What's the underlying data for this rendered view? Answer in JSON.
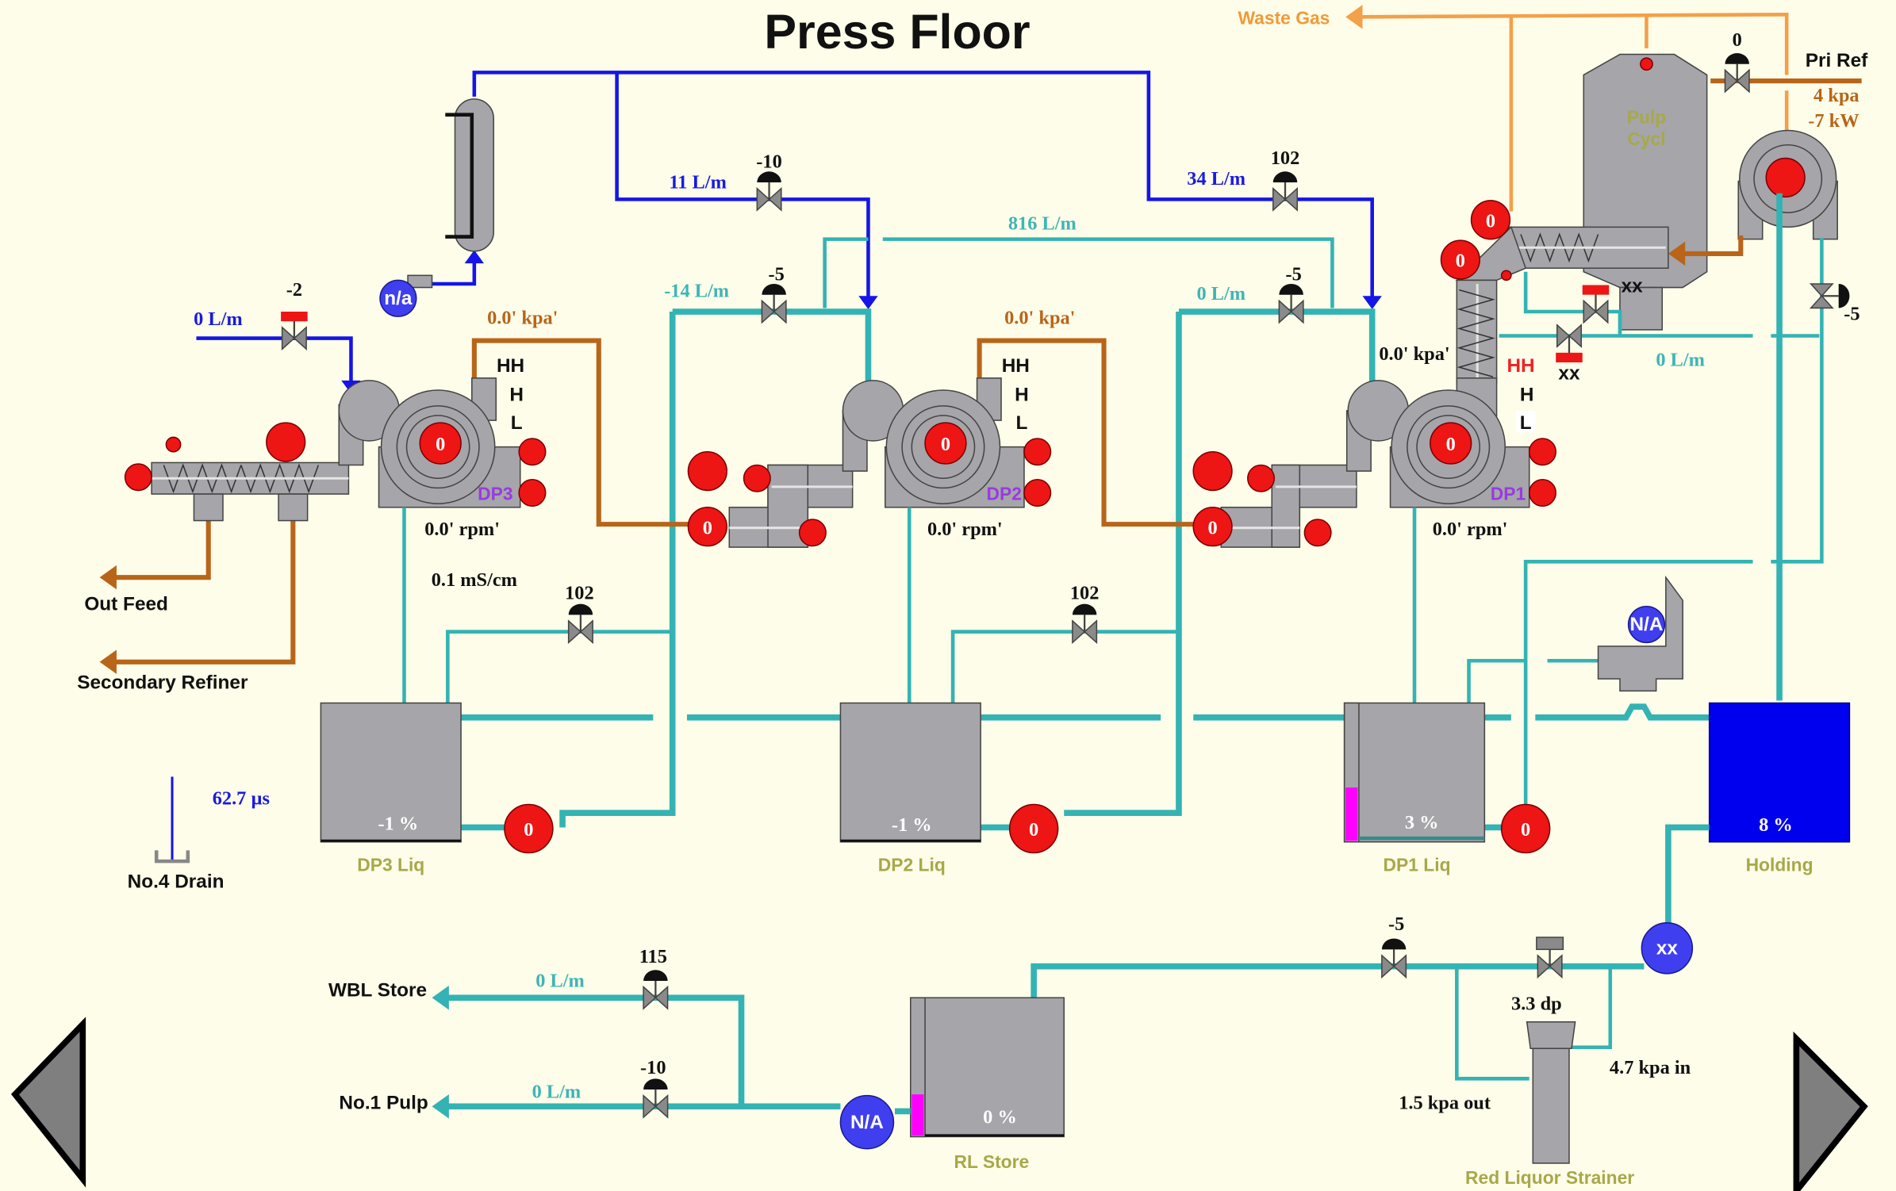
{
  "page": {
    "title": "Press Floor"
  },
  "colors": {
    "background": "#fdfde9",
    "water_pipe": "#1515e8",
    "liquor_pipe": "#33b3b3",
    "pulp_pipe": "#b8651a",
    "gas_pipe": "#f3a04a",
    "equipment": "#a5a5aa",
    "alarm_indicator": "#ee1515",
    "status_indicator": "#3f3ff0",
    "level_bar": "#ff00ff",
    "holding_tank": "#0000ee"
  },
  "top": {
    "waste_gas_label": "Waste Gas",
    "pri_ref_label": "Pri Ref",
    "pri_ref_pressure": "4 kpa",
    "pri_ref_power": "-7 kW",
    "pri_ref_valve": "0",
    "pulp_cyclone_label_1": "Pulp",
    "pulp_cyclone_label_2": "Cycl",
    "heater_pump_status": "n/a"
  },
  "water_feeds": {
    "dp3_flow": "0 L/m",
    "dp3_valve": "-2",
    "dp2_flow": "11 L/m",
    "dp2_valve": "-10",
    "dp1_flow": "34 L/m",
    "dp1_valve": "102"
  },
  "liquor_lines": {
    "header_flow": "816 L/m",
    "dp2_flow": "-14 L/m",
    "dp2_valve": "-5",
    "dp1_flow": "0 L/m",
    "dp1_valve": "-5",
    "cyclone_flow": "0 L/m",
    "cyclone_valve_top": "xx",
    "cyclone_valve_bottom": "xx",
    "fan_drain_valve": "-5",
    "dp3_recirc_valve": "102",
    "dp2_recirc_valve": "102"
  },
  "presses": [
    {
      "name": "DP3",
      "pressure": "0.0' kpa'",
      "speed": "0.0' rpm'",
      "motor_value": "0",
      "level_marks": [
        "HH",
        "H",
        "L"
      ],
      "conductivity": "0.1 mS/cm"
    },
    {
      "name": "DP2",
      "pressure": "0.0' kpa'",
      "speed": "0.0' rpm'",
      "motor_value": "0",
      "screw_motor_value": "0",
      "level_marks": [
        "HH",
        "H",
        "L"
      ]
    },
    {
      "name": "DP1",
      "pressure": "0.0' kpa'",
      "speed": "0.0' rpm'",
      "motor_value": "0",
      "screw_motor_value": "0",
      "level_marks": [
        "HH",
        "H",
        "L"
      ],
      "active_alarm": "HH"
    }
  ],
  "cyclone_screw": {
    "motor_1": "0",
    "motor_2": "0"
  },
  "outputs": {
    "out_feed": "Out Feed",
    "secondary_refiner": "Secondary Refiner",
    "drain_label": "No.4 Drain",
    "drain_value": "62.7 µs"
  },
  "tanks": [
    {
      "name": "DP3 Liq",
      "level_text": "-1 %",
      "level_pct": -1,
      "pump_value": "0"
    },
    {
      "name": "DP2 Liq",
      "level_text": "-1 %",
      "level_pct": -1,
      "pump_value": "0"
    },
    {
      "name": "DP1 Liq",
      "level_text": "3 %",
      "level_pct": 3,
      "pump_value": "0"
    },
    {
      "name": "Holding",
      "level_text": "8 %",
      "level_pct": 8
    },
    {
      "name": "RL Store",
      "level_text": "0 %",
      "level_pct": 0,
      "pump_status": "N/A"
    }
  ],
  "seal_tank": {
    "status": "N/A"
  },
  "bottom": {
    "wbl_store_label": "WBL Store",
    "wbl_flow": "0 L/m",
    "wbl_valve": "115",
    "no1_pulp_label": "No.1 Pulp",
    "no1_pulp_flow": "0 L/m",
    "no1_pulp_valve": "-10",
    "strainer_label": "Red Liquor Strainer",
    "strainer_dp": "3.3 dp",
    "strainer_in": "4.7 kpa in",
    "strainer_out": "1.5 kpa out",
    "strainer_inlet_valve": "-5",
    "holding_pump_status": "xx"
  },
  "nav": {
    "prev_icon": "triangle-left",
    "next_icon": "triangle-right"
  }
}
